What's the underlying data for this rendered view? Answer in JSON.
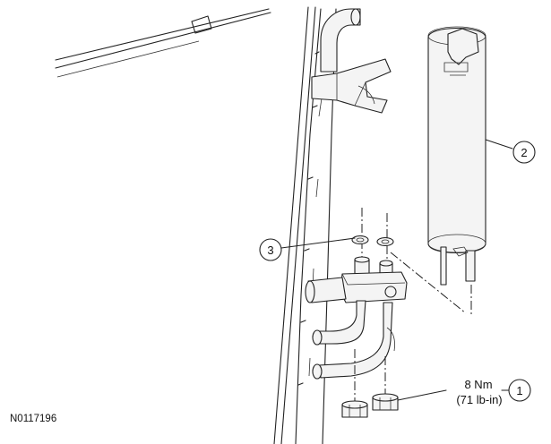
{
  "figure_id": "N0117196",
  "torque": {
    "value": "8 Nm",
    "alt": "(71 lb-in)"
  },
  "callouts": [
    {
      "id": "1",
      "label": "1"
    },
    {
      "id": "2",
      "label": "2"
    },
    {
      "id": "3",
      "label": "3"
    }
  ]
}
